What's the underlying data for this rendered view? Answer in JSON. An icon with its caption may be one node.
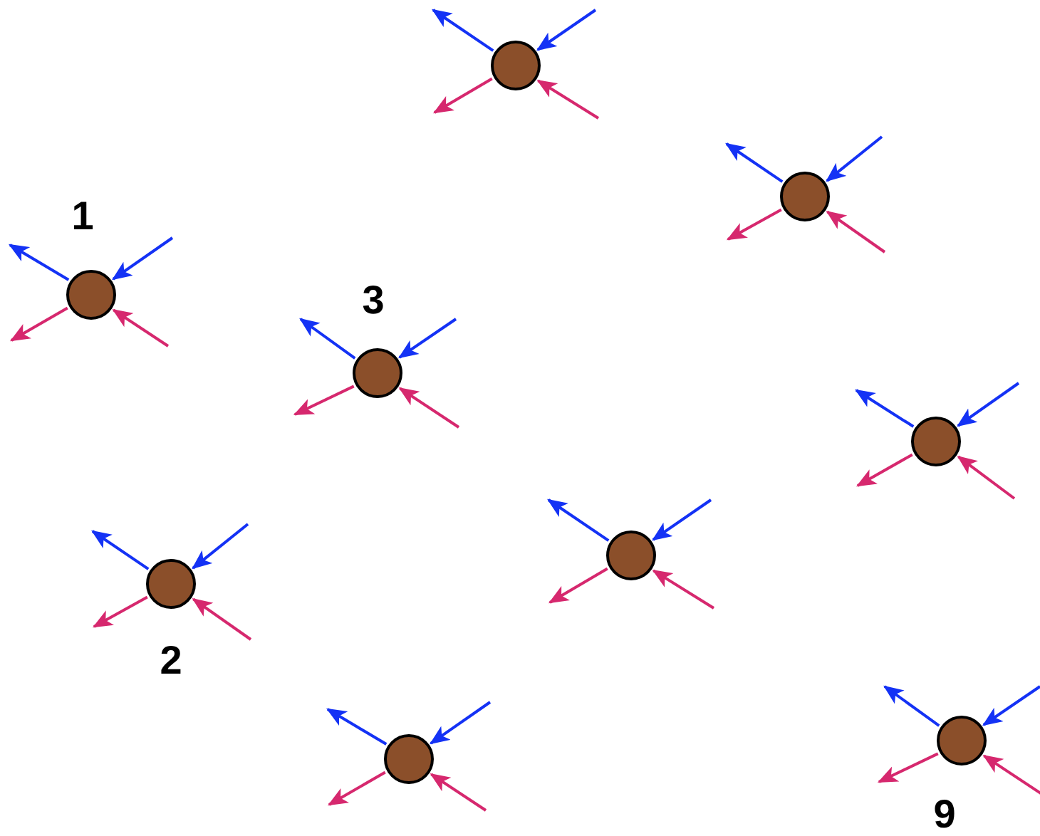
{
  "diagram": {
    "nodes": [
      {
        "text": [],
        "shape": "circle"
      },
      {
        "text": [],
        "shape": "circle"
      },
      {
        "text": [],
        "shape": "circle",
        "beside": [
          "1"
        ]
      },
      {
        "text": [],
        "shape": "circle",
        "beside": [
          "3"
        ]
      },
      {
        "text": [],
        "shape": "circle"
      },
      {
        "text": [],
        "shape": "circle"
      },
      {
        "text": [],
        "shape": "circle",
        "beside": [
          "2"
        ]
      },
      {
        "text": [],
        "shape": "circle"
      },
      {
        "text": [],
        "shape": "circle",
        "beside": [
          "9"
        ]
      }
    ],
    "edges": [
      {
        "from": 0,
        "to": null,
        "arrow": "to",
        "color": "#1432f5"
      },
      {
        "from": null,
        "to": 0,
        "arrow": "to",
        "color": "#1432f5"
      },
      {
        "from": null,
        "to": 0,
        "arrow": "to",
        "color": "#d6286e"
      },
      {
        "from": 0,
        "to": null,
        "arrow": "to",
        "color": "#d6286e"
      },
      {
        "from": 1,
        "to": null,
        "arrow": "to",
        "color": "#1432f5"
      },
      {
        "from": null,
        "to": 1,
        "arrow": "to",
        "color": "#1432f5"
      },
      {
        "from": null,
        "to": 1,
        "arrow": "to",
        "color": "#d6286e"
      },
      {
        "from": 1,
        "to": null,
        "arrow": "to",
        "color": "#d6286e"
      },
      {
        "from": 2,
        "to": null,
        "arrow": "to",
        "color": "#1432f5"
      },
      {
        "from": null,
        "to": 2,
        "arrow": "to",
        "color": "#1432f5"
      },
      {
        "from": null,
        "to": 2,
        "arrow": "to",
        "color": "#d6286e"
      },
      {
        "from": 2,
        "to": null,
        "arrow": "to",
        "color": "#d6286e"
      },
      {
        "from": 3,
        "to": null,
        "arrow": "to",
        "color": "#1432f5"
      },
      {
        "from": null,
        "to": 3,
        "arrow": "to",
        "color": "#1432f5"
      },
      {
        "from": null,
        "to": 3,
        "arrow": "to",
        "color": "#d6286e"
      },
      {
        "from": 3,
        "to": null,
        "arrow": "to",
        "color": "#d6286e"
      },
      {
        "from": 4,
        "to": null,
        "arrow": "to",
        "color": "#1432f5"
      },
      {
        "from": null,
        "to": 4,
        "arrow": "to",
        "color": "#1432f5"
      },
      {
        "from": null,
        "to": 4,
        "arrow": "to",
        "color": "#d6286e"
      },
      {
        "from": 4,
        "to": null,
        "arrow": "to",
        "color": "#d6286e"
      },
      {
        "from": 5,
        "to": null,
        "arrow": "to",
        "color": "#1432f5"
      },
      {
        "from": null,
        "to": 5,
        "arrow": "to",
        "color": "#1432f5"
      },
      {
        "from": null,
        "to": 5,
        "arrow": "to",
        "color": "#d6286e"
      },
      {
        "from": 5,
        "to": null,
        "arrow": "to",
        "color": "#d6286e"
      },
      {
        "from": 6,
        "to": null,
        "arrow": "to",
        "color": "#1432f5"
      },
      {
        "from": null,
        "to": 6,
        "arrow": "to",
        "color": "#1432f5"
      },
      {
        "from": null,
        "to": 6,
        "arrow": "to",
        "color": "#d6286e"
      },
      {
        "from": 6,
        "to": null,
        "arrow": "to",
        "color": "#d6286e"
      },
      {
        "from": 7,
        "to": null,
        "arrow": "to",
        "color": "#1432f5"
      },
      {
        "from": null,
        "to": 7,
        "arrow": "to",
        "color": "#1432f5"
      },
      {
        "from": null,
        "to": 7,
        "arrow": "to",
        "color": "#d6286e"
      },
      {
        "from": 7,
        "to": null,
        "arrow": "to",
        "color": "#d6286e"
      },
      {
        "from": 8,
        "to": null,
        "arrow": "to",
        "color": "#1432f5"
      },
      {
        "from": null,
        "to": 8,
        "arrow": "to",
        "color": "#1432f5"
      },
      {
        "from": null,
        "to": 8,
        "arrow": "to",
        "color": "#d6286e"
      },
      {
        "from": 8,
        "to": null,
        "arrow": "to",
        "color": "#d6286e"
      }
    ]
  }
}
